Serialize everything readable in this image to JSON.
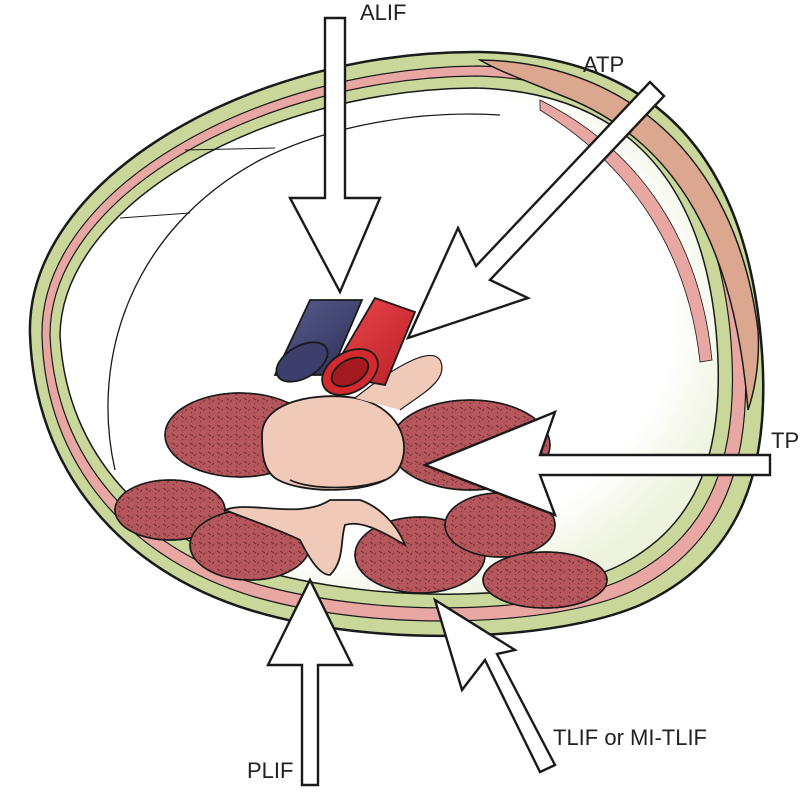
{
  "labels": {
    "alif": "ALIF",
    "atp": "ATP",
    "tp": "TP",
    "tlif": "TLIF or MI-TLIF",
    "plif": "PLIF"
  },
  "colors": {
    "outline": "#1a1a1a",
    "abdominal_wall_green": "#c9d89a",
    "abdominal_wall_pink": "#e9a7a3",
    "muscle_flank": "#dba88f",
    "psoas_muscle": "#b5575c",
    "vertebra": "#f0c9b8",
    "vein": "#3c3f6b",
    "artery": "#d22a2f",
    "arrow_fill": "#ffffff"
  },
  "icons": {
    "vertebra": "vertebra-icon",
    "vein": "vena-cava-icon",
    "artery": "aorta-icon"
  }
}
